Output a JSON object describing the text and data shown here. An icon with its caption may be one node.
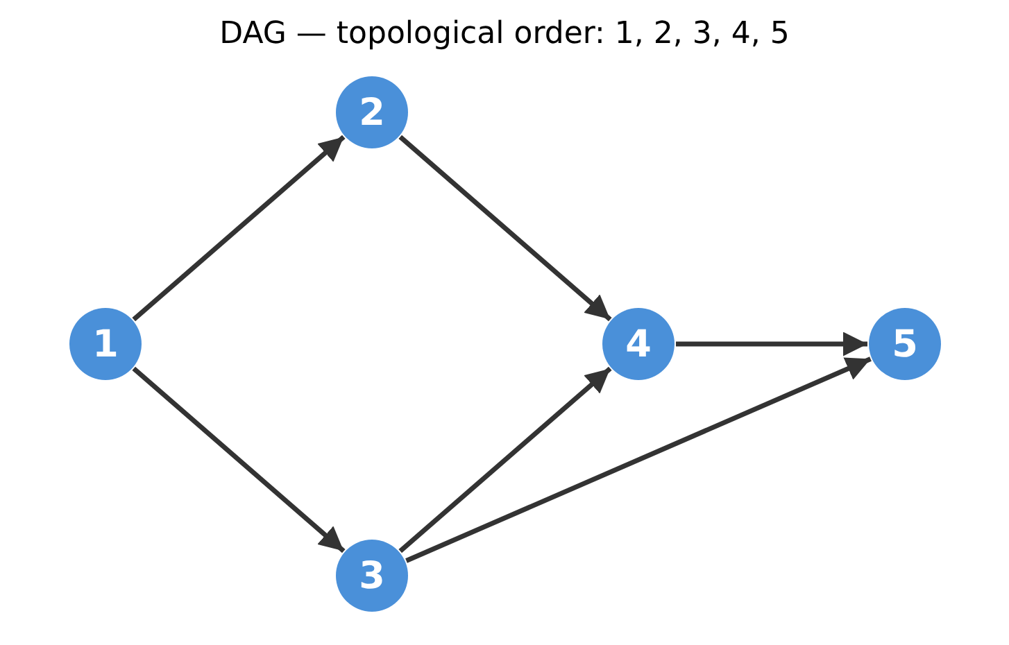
{
  "diagram": {
    "title": "DAG — topological order: 1, 2, 3, 4, 5",
    "nodes": [
      {
        "text": [
          "1"
        ]
      },
      {
        "text": [
          "2"
        ]
      },
      {
        "text": [
          "3"
        ]
      },
      {
        "text": [
          "4"
        ]
      },
      {
        "text": [
          "5"
        ]
      }
    ],
    "edges": [
      {
        "from": 0,
        "to": 1,
        "arrow": "to"
      },
      {
        "from": 0,
        "to": 2,
        "arrow": "to"
      },
      {
        "from": 1,
        "to": 3,
        "arrow": "to"
      },
      {
        "from": 2,
        "to": 3,
        "arrow": "to"
      },
      {
        "from": 3,
        "to": 4,
        "arrow": "to"
      },
      {
        "from": 2,
        "to": 4,
        "arrow": "to"
      }
    ]
  }
}
